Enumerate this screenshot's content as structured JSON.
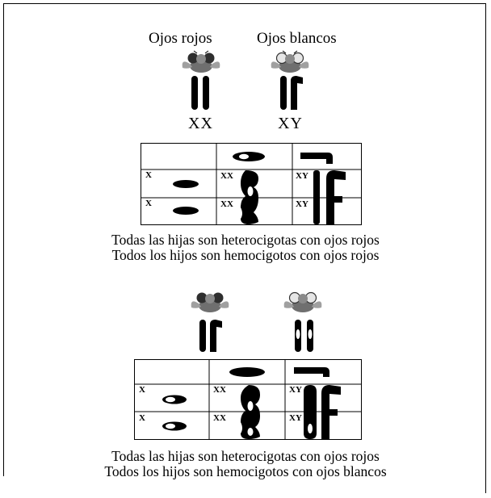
{
  "cross1": {
    "female_label": "Ojos rojos",
    "male_label": "Ojos blancos",
    "female_genotype": "XX",
    "male_genotype": "XY",
    "punnett": {
      "row_labels": [
        "X",
        "X"
      ],
      "cells": [
        [
          "XX",
          "XY"
        ],
        [
          "XX",
          "XY"
        ]
      ]
    },
    "caption_line1": "Todas las hijas son heterocigotas con ojos rojos",
    "caption_line2": "Todos los hijos son hemocigotos con ojos rojos"
  },
  "cross2": {
    "punnett": {
      "row_labels": [
        "X",
        "X"
      ],
      "cells": [
        [
          "XX",
          "XY"
        ],
        [
          "XX",
          "XY"
        ]
      ]
    },
    "caption_line1": "Todas las hijas son heterocigotas con ojos rojos",
    "caption_line2": "Todos los hijos son hemocigotos con ojos blancos"
  },
  "colors": {
    "ink": "#000000",
    "fly_body": "#7a7a7a",
    "red_eye": "#3a3a3a",
    "white_eye": "#e8e8e8"
  }
}
